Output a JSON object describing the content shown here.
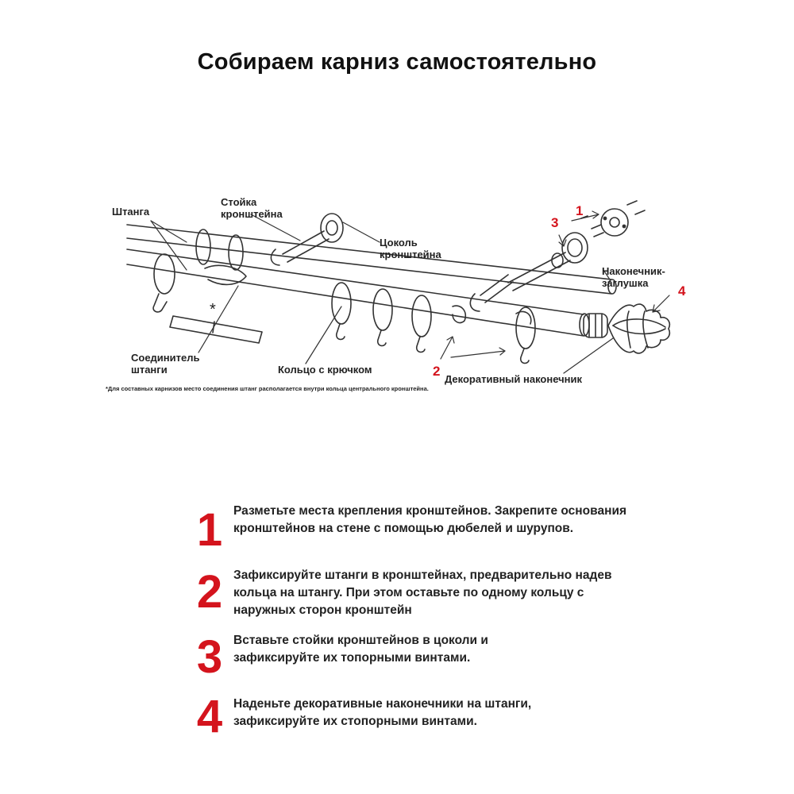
{
  "title": "Собираем карниз самостоятельно",
  "labels": {
    "rod": "Штанга",
    "bracket_post": "Стойка кронштейна",
    "bracket_base": "Цоколь кронштейна",
    "end_cap": "Наконечник-заглушка",
    "connector": "Соединитель штанги",
    "ring": "Кольцо с крючком",
    "finial": "Декоративный наконечник",
    "asterisk": "*"
  },
  "callouts": {
    "n1": "1",
    "n2": "2",
    "n3": "3",
    "n4": "4"
  },
  "footnote": "*Для составных карнизов место соединения штанг располагается внутри кольца центрального кронштейна.",
  "steps": [
    {
      "number": "1",
      "text": "Разметьте места крепления кронштейнов. Закрепите основания кронштейнов на стене с помощью дюбелей и шурупов."
    },
    {
      "number": "2",
      "text": "Зафиксируйте штанги в кронштейнах, предварительно надев кольца на штангу. При этом оставьте по одному кольцу с наружных сторон кронштейн"
    },
    {
      "number": "3",
      "text": "Вставьте стойки кронштейнов в цоколи и зафиксируйте их топорными винтами."
    },
    {
      "number": "4",
      "text": "Наденьте декоративные наконечники на штанги, зафиксируйте их стопорными винтами."
    }
  ],
  "colors": {
    "accent": "#d4141d",
    "text": "#222222",
    "line": "#333333"
  }
}
